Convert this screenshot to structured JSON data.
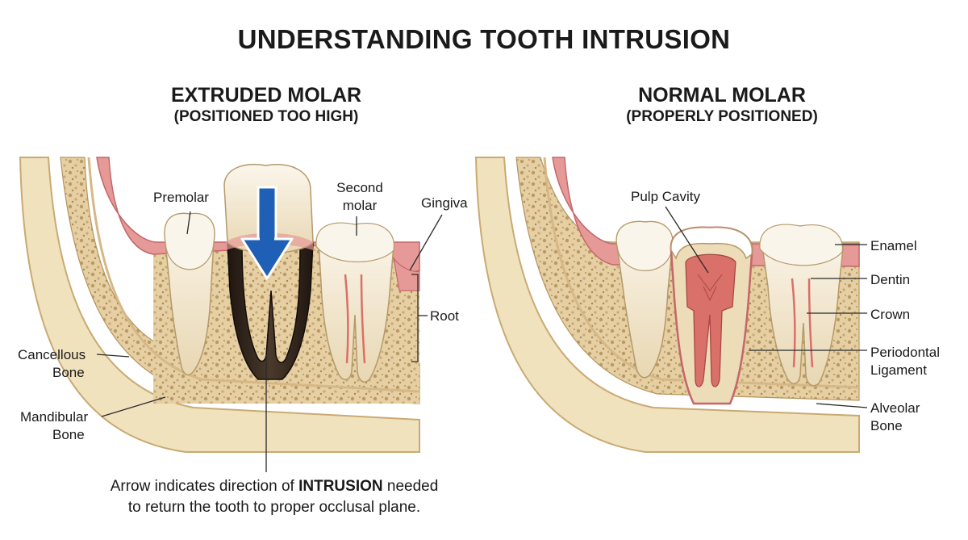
{
  "title": "UNDERSTANDING TOOTH INTRUSION",
  "left_panel": {
    "heading": "EXTRUDED MOLAR",
    "subheading": "(POSITIONED TOO HIGH)",
    "labels": {
      "premolar": "Premolar",
      "second_molar_1": "Second",
      "second_molar_2": "molar",
      "gingiva": "Gingiva",
      "root": "Root",
      "cancellous_1": "Cancellous",
      "cancellous_2": "Bone",
      "mandibular_1": "Mandibular",
      "mandibular_2": "Bone"
    },
    "caption": {
      "before": "Arrow indicates direction of ",
      "emphasis": "INTRUSION",
      "after": " needed",
      "line2": "to return the tooth to proper occlusal plane."
    }
  },
  "right_panel": {
    "heading": "NORMAL MOLAR",
    "subheading": "(PROPERLY POSITIONED)",
    "labels": {
      "pulp_cavity": "Pulp Cavity",
      "enamel": "Enamel",
      "dentin": "Dentin",
      "crown": "Crown",
      "periodontal_1": "Periodontal",
      "periodontal_2": "Ligament",
      "alveolar_1": "Alveolar",
      "alveolar_2": "Bone"
    }
  },
  "colors": {
    "bone_fill": "#e6cfa3",
    "bone_cortex": "#f1e2be",
    "gingiva": "#e59a97",
    "gingiva_dark": "#c4666a",
    "tooth": "#f3ead6",
    "dentin": "#ecdcb8",
    "pulp": "#d9706a",
    "extruded_root": "#2e2118",
    "arrow": "#1f5fb5"
  }
}
